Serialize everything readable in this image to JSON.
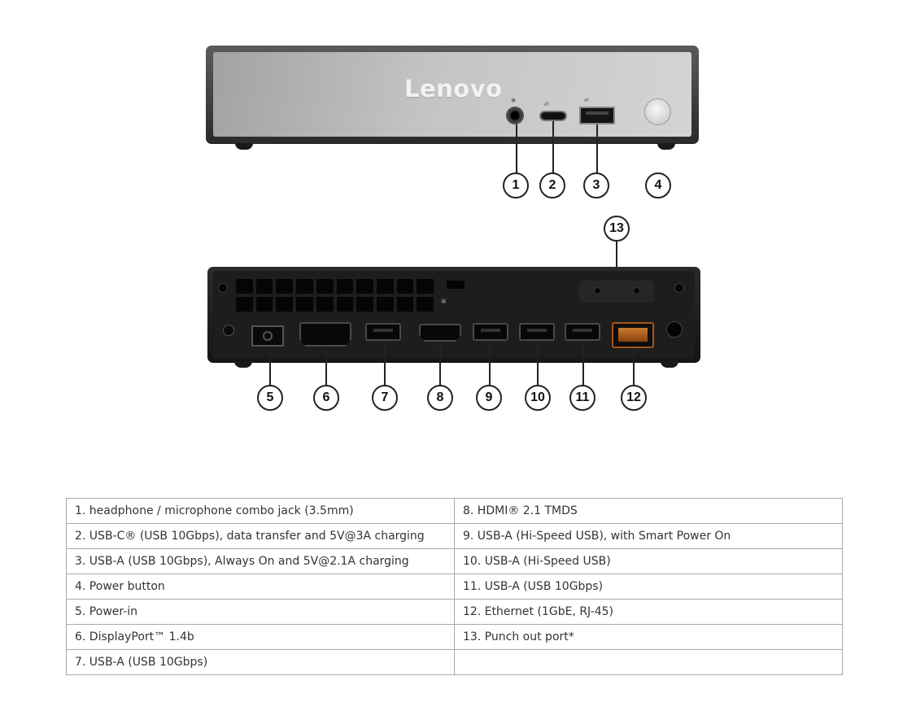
{
  "front": {
    "logo": "Lenovo"
  },
  "callouts": [
    "1",
    "2",
    "3",
    "4",
    "5",
    "6",
    "7",
    "8",
    "9",
    "10",
    "11",
    "12",
    "13"
  ],
  "ports_table": {
    "left": [
      "1.   headphone / microphone combo jack (3.5mm)",
      "2.  USB-C® (USB 10Gbps), data transfer and 5V@3A charging",
      "3.  USB-A (USB 10Gbps), Always On and 5V@2.1A charging",
      "4.  Power button",
      "5.  Power-in",
      "6.  DisplayPort™ 1.4b",
      "7.  USB-A (USB 10Gbps)"
    ],
    "right": [
      "8.  HDMI® 2.1 TMDS",
      "9.  USB-A (Hi-Speed USB), with Smart Power On",
      "10. USB-A (Hi-Speed USB)",
      "11.  USB-A (USB 10Gbps)",
      "12.  Ethernet (1GbE, RJ-45)",
      "13.  Punch out port*",
      ""
    ]
  }
}
